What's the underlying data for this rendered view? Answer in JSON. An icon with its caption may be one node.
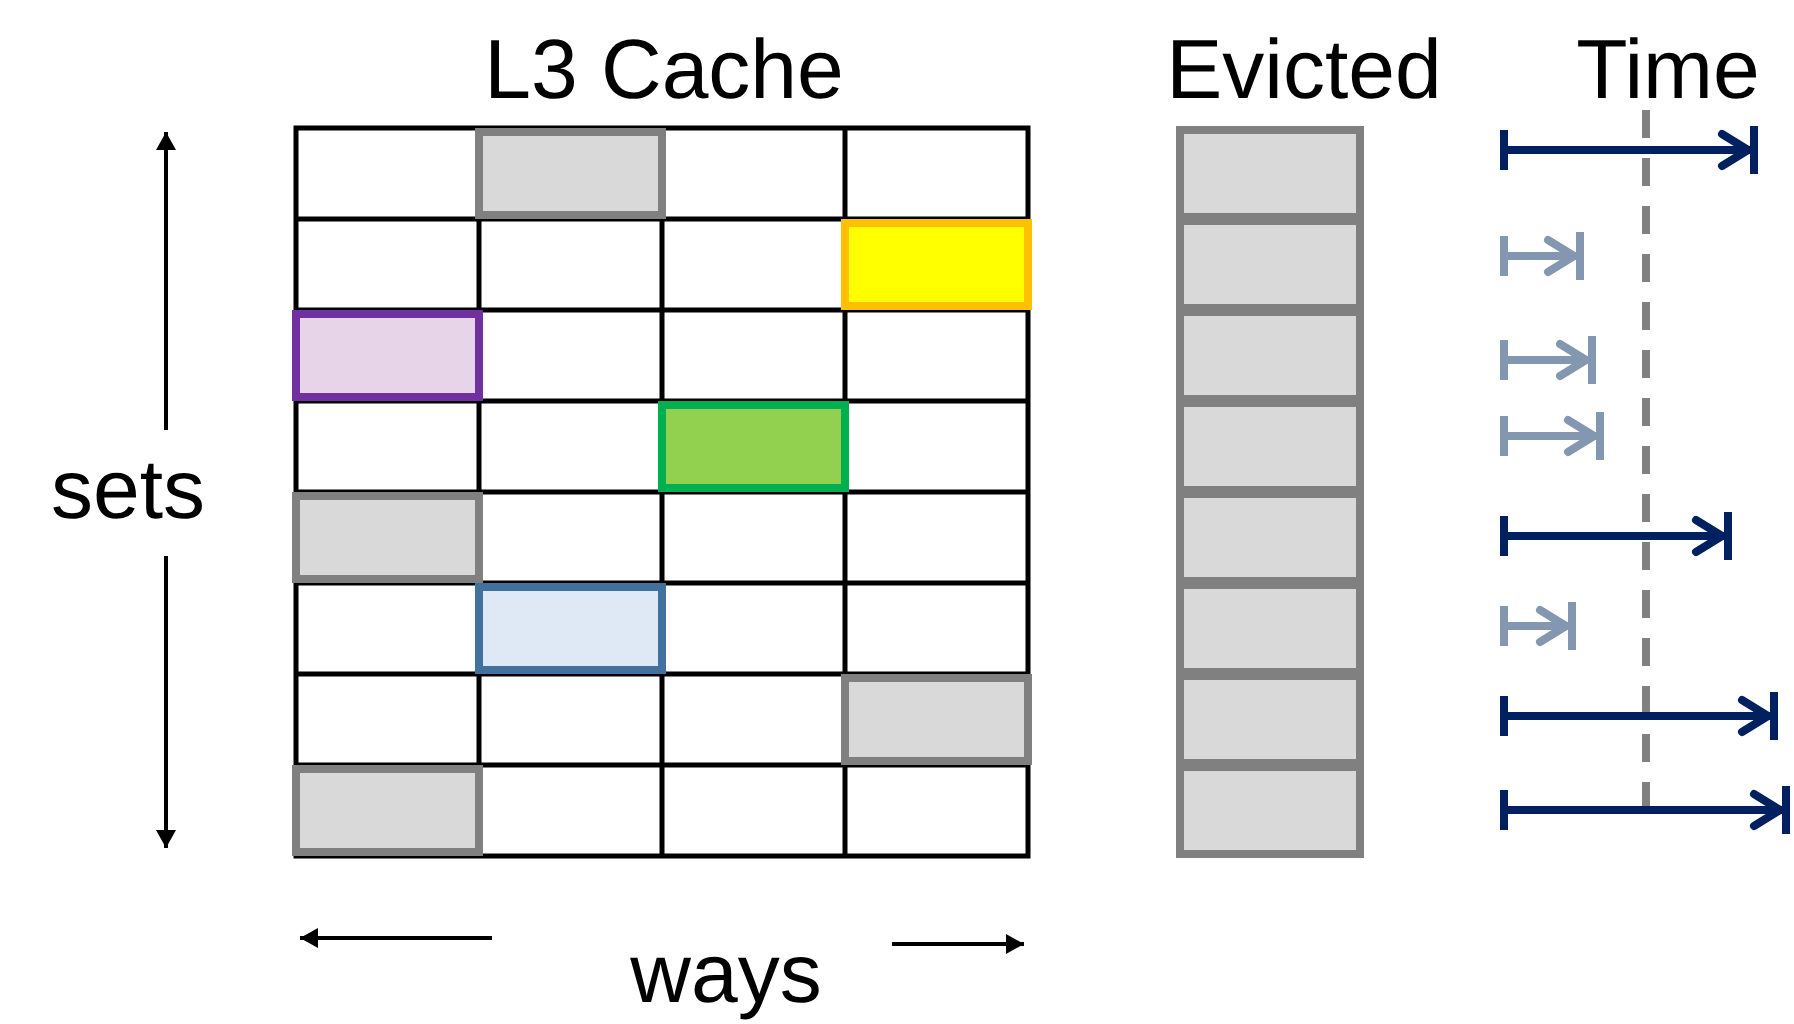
{
  "diagram": {
    "labels": [
      "L3 Cache",
      "Evicted",
      "Time",
      "sets",
      "ways"
    ]
  }
}
